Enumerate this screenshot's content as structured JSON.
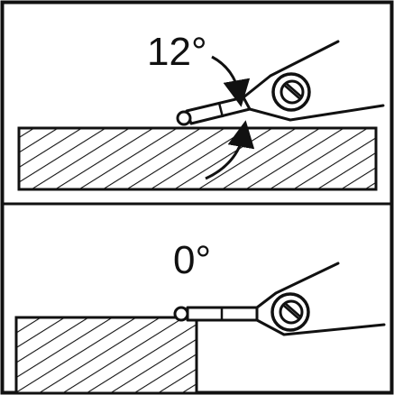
{
  "figure": {
    "panels": [
      {
        "id": "top",
        "angle_label": "12°"
      },
      {
        "id": "bottom",
        "angle_label": "0°"
      }
    ],
    "colors": {
      "ink": "#111111",
      "background": "#ffffff"
    },
    "icons": [
      "hatched-surface",
      "indicator-arm",
      "stylus-ball",
      "pivot-screw",
      "angle-arc-arrow"
    ]
  }
}
